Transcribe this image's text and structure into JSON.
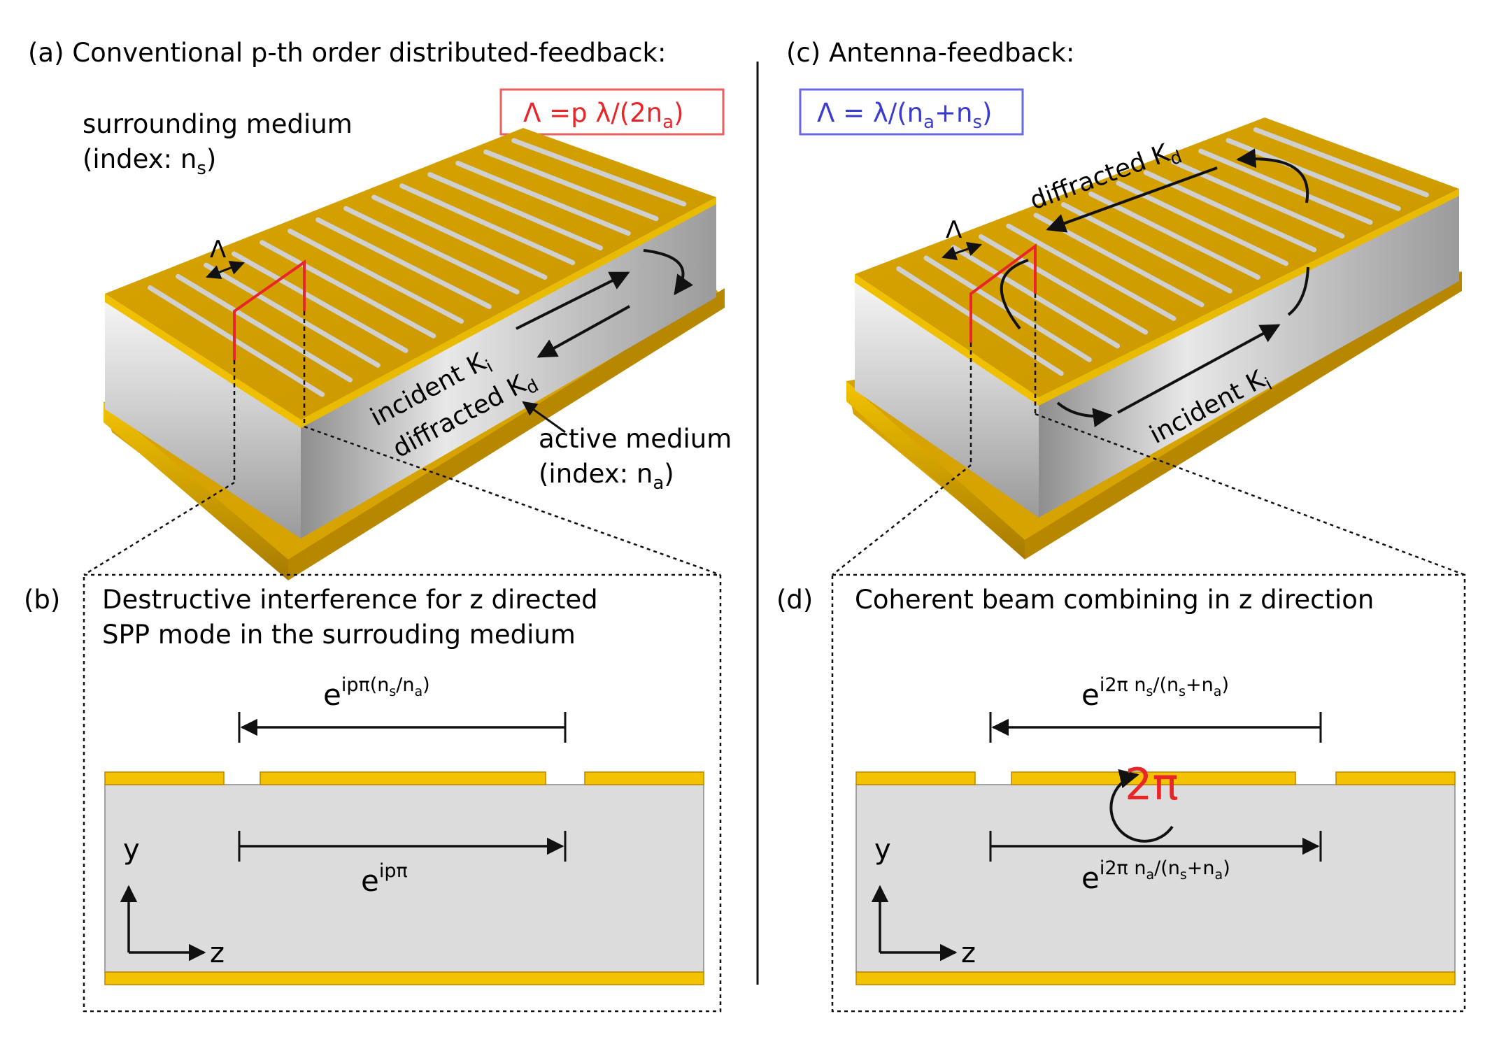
{
  "panel_a": {
    "heading": "(a) Conventional p-th order distributed-feedback:",
    "formula_lead": "Λ =p λ/(2n",
    "formula_sub": "a",
    "formula_tail": ")",
    "surrounding_line1": "surrounding medium",
    "surrounding_line2_lead": "(index: n",
    "surrounding_line2_sub": "s",
    "surrounding_line2_tail": ")",
    "lambda_label": "Λ",
    "incident_lead": "incident K",
    "incident_sub": "i",
    "diffracted_lead": "diffracted K",
    "diffracted_sub": "d",
    "active_line1": "active medium",
    "active_line2_lead": "(index: n",
    "active_line2_sub": "a",
    "active_line2_tail": ")"
  },
  "panel_b": {
    "label": "(b)",
    "title_line1": "Destructive interference for z directed",
    "title_line2": "SPP mode in the surrouding medium",
    "top_phase_base": "e",
    "top_phase_sup_lead": "ipπ(n",
    "top_phase_sup_sub1": "s",
    "top_phase_sup_mid": "/n",
    "top_phase_sup_sub2": "a",
    "top_phase_sup_tail": ")",
    "bottom_phase_base": "e",
    "bottom_phase_sup": "ipπ",
    "axis_y": "y",
    "axis_z": "z"
  },
  "panel_c": {
    "heading": "(c) Antenna-feedback:",
    "formula_lead": "Λ = λ/(n",
    "formula_sub1": "a",
    "formula_mid": "+n",
    "formula_sub2": "s",
    "formula_tail": ")",
    "lambda_label": "Λ",
    "diffracted_lead": "diffracted K",
    "diffracted_sub": "d",
    "incident_lead": "incident K",
    "incident_sub": "i"
  },
  "panel_d": {
    "label": "(d)",
    "title": "Coherent beam combining in z direction",
    "top_phase_base": "e",
    "top_phase_sup_lead": "i2π n",
    "top_phase_sup_sub1": "s",
    "top_phase_sup_mid": "/(n",
    "top_phase_sup_sub2": "s",
    "top_phase_sup_plus": "+n",
    "top_phase_sup_sub3": "a",
    "top_phase_sup_tail": ")",
    "bottom_phase_base": "e",
    "bottom_phase_sup_lead": "i2π n",
    "bottom_phase_sup_sub1": "a",
    "bottom_phase_sup_mid": "/(n",
    "bottom_phase_sup_sub2": "s",
    "bottom_phase_sup_plus": "+n",
    "bottom_phase_sup_sub3": "a",
    "bottom_phase_sup_tail": ")",
    "loop_label": "2π",
    "axis_y": "y",
    "axis_z": "z"
  },
  "colors": {
    "gold": "#d7a300",
    "gold_dark": "#b88700",
    "gold_light": "#f5c400",
    "silver": "#c8c8c8",
    "panel_fill": "#dcdcdc",
    "red": "#e8262a",
    "blue": "#3c3ccc",
    "box_red": "#e86060",
    "box_blue": "#6a6ae0"
  }
}
